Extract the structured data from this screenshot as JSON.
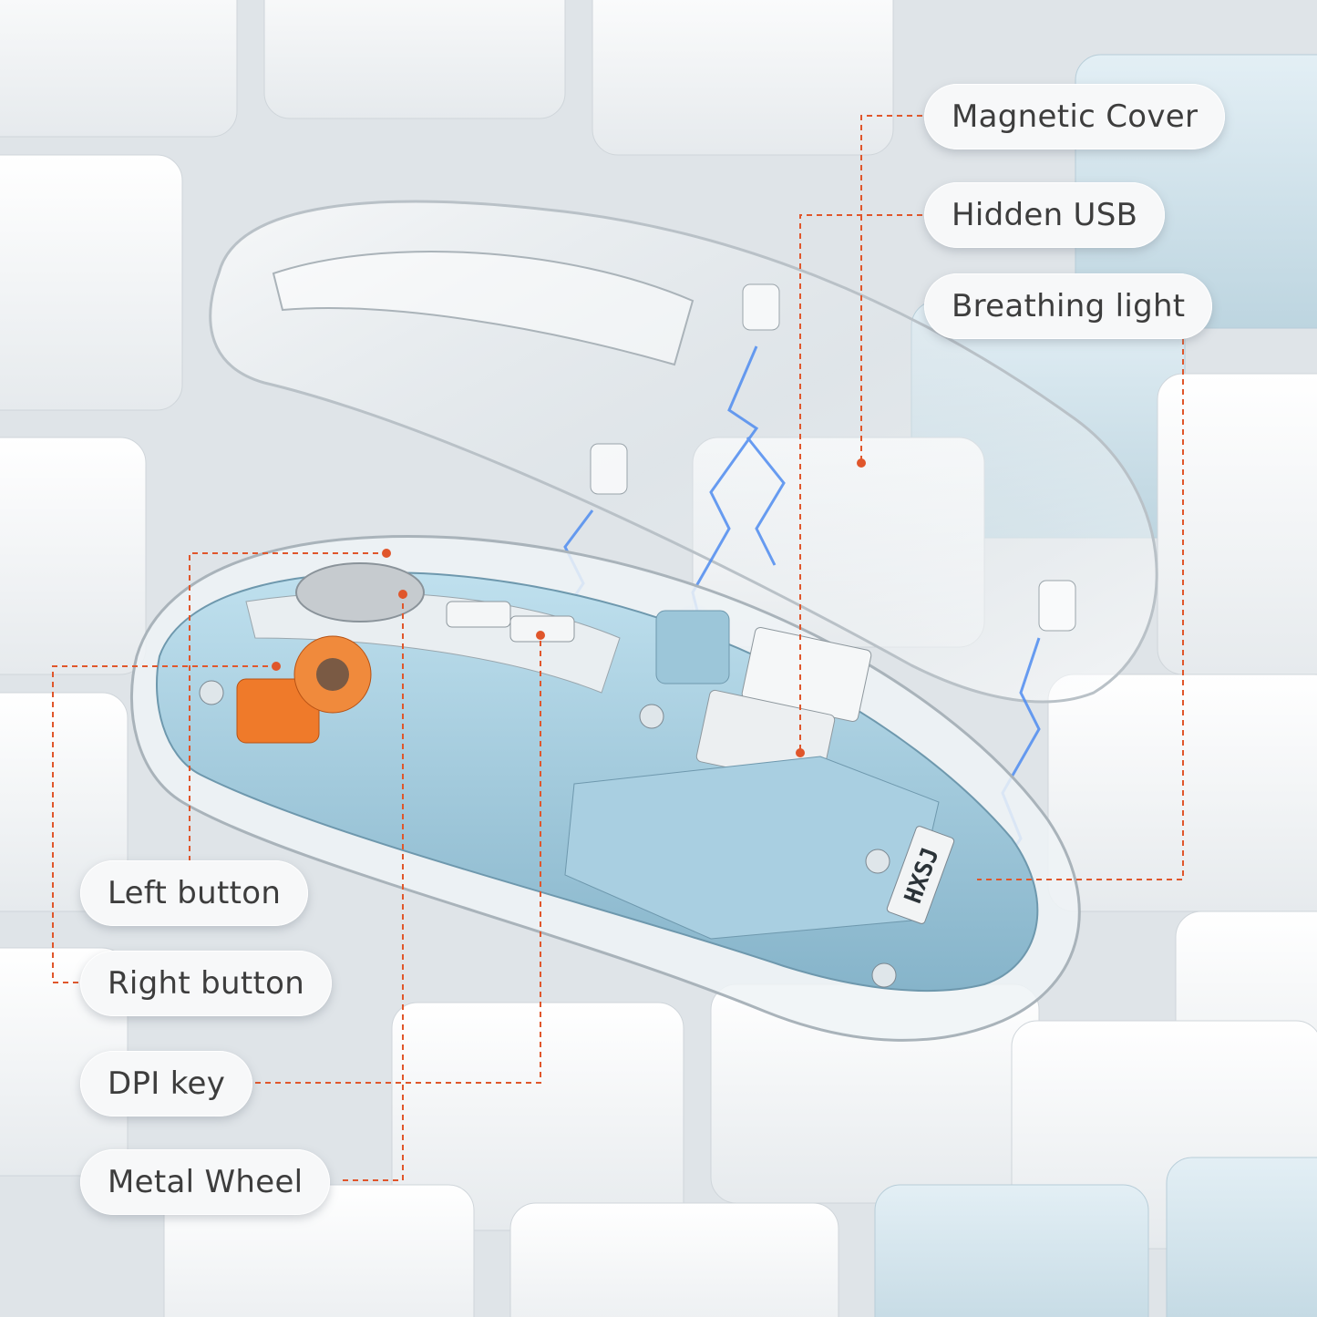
{
  "callouts": {
    "magnetic_cover": "Magnetic Cover",
    "hidden_usb": "Hidden USB",
    "breathing_light": "Breathing light",
    "left_button": "Left button",
    "right_button": "Right button",
    "dpi_key": "DPI key",
    "metal_wheel": "Metal Wheel"
  },
  "brand_logo_text": "HXSJ",
  "colors": {
    "leader_line": "#e0562b",
    "mouse_body_blue": "#a9cfe1",
    "switch_orange": "#ef7a2a",
    "keycap_white": "#f6f7f8",
    "keycap_blue": "#cfe3ec"
  }
}
